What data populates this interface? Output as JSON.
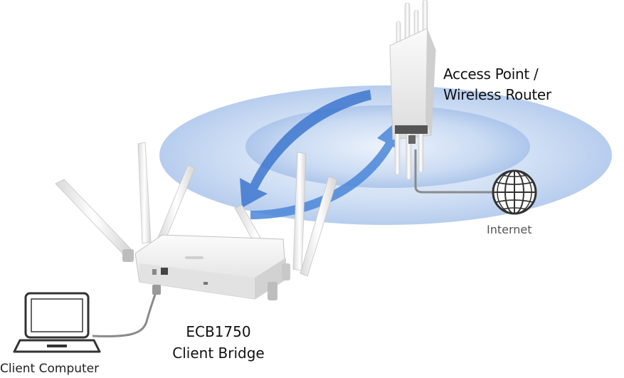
{
  "labels": {
    "access_point": [
      "Access Point /",
      "Wireless Router"
    ],
    "client_bridge": [
      "ECB1750",
      "Client Bridge"
    ],
    "internet": "Internet",
    "client_computer": "Client Computer"
  },
  "colors": {
    "coverage_outer": "#c9d9f0",
    "coverage_inner": "#9fbbe5",
    "arrow": "#3f78cc",
    "device_body": "#f4f4f4",
    "antenna": "#f7f7f7",
    "cable": "#8a8a8a",
    "globe": "#333333"
  },
  "icons": {
    "access_point": "access-point-device-icon",
    "client_bridge": "client-bridge-device-icon",
    "internet": "globe-icon",
    "client_computer": "laptop-icon"
  }
}
